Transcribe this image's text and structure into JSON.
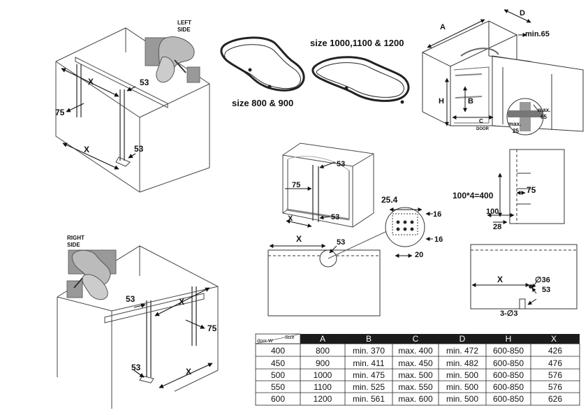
{
  "labels": {
    "left_side": [
      "LEFT",
      "SIDE"
    ],
    "right_side": [
      "RIGHT",
      "SIDE"
    ],
    "x": "X",
    "d53": "53",
    "d75": "75",
    "size_small": "size 800 & 900",
    "size_large": "size 1000,1100 & 1200",
    "a": "A",
    "d": "D",
    "min65": "min.65",
    "h": "H",
    "b": "B",
    "c": "C",
    "door": "DOOR",
    "max65": [
      "max.",
      "65"
    ],
    "max25": [
      "max.",
      "25"
    ],
    "d25_4": "25.4",
    "d16": "16",
    "d20": "20",
    "spacing": "100*4=400",
    "d100": "100",
    "d28": "28",
    "phi36": "∅36",
    "phi3": "3-∅3"
  },
  "table": {
    "corner_top": "Size",
    "corner_bottom": "door W",
    "headers": [
      "A",
      "B",
      "C",
      "D",
      "H",
      "X"
    ],
    "rows": [
      [
        "400",
        "800",
        "min. 370",
        "max. 400",
        "min. 472",
        "600-850",
        "426"
      ],
      [
        "450",
        "900",
        "min. 411",
        "max. 450",
        "min. 482",
        "600-850",
        "476"
      ],
      [
        "500",
        "1000",
        "min. 475",
        "max. 500",
        "min. 500",
        "600-850",
        "576"
      ],
      [
        "550",
        "1100",
        "min. 525",
        "max. 550",
        "min. 500",
        "600-850",
        "576"
      ],
      [
        "600",
        "1200",
        "min. 561",
        "max. 600",
        "min. 500",
        "600-850",
        "626"
      ]
    ]
  }
}
